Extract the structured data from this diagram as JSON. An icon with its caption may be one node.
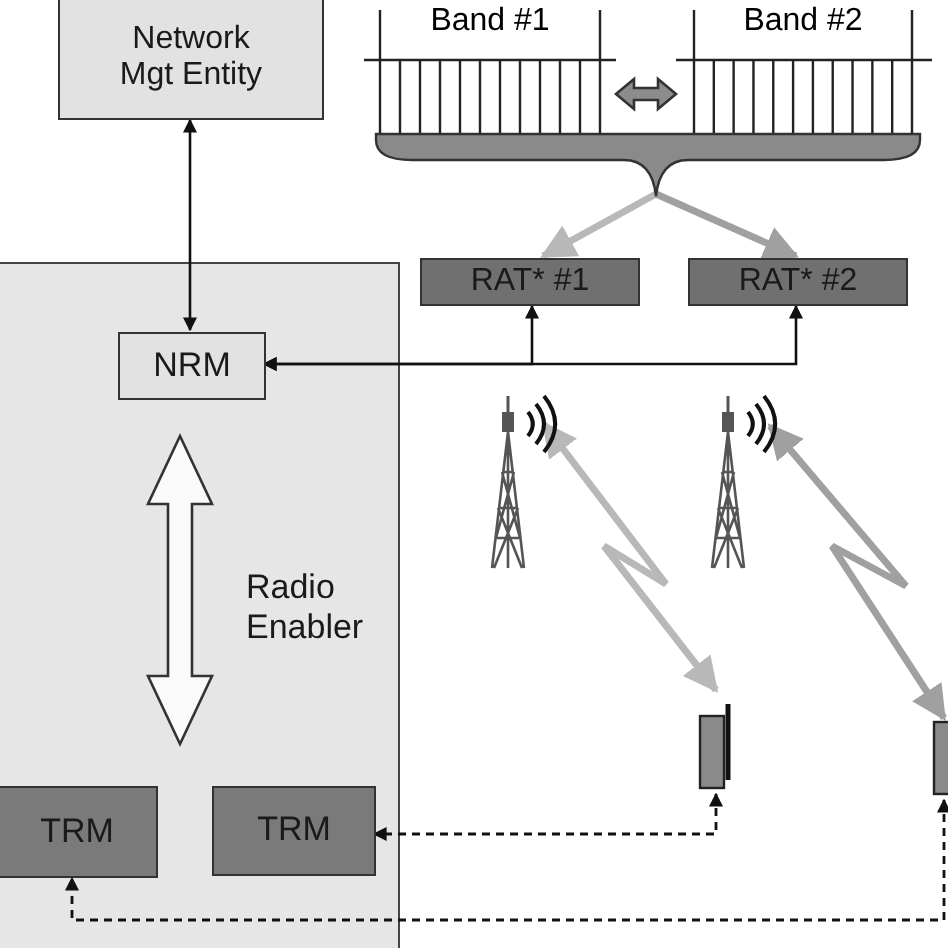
{
  "diagram": {
    "nodes": [
      {
        "text": [
          "Network Mgt Entity"
        ]
      },
      {
        "text": [
          "Radio Enabler"
        ]
      },
      {
        "text": [
          "NRM"
        ],
        "in": 1
      },
      {
        "text": [
          "TRM"
        ],
        "in": 1
      },
      {
        "text": [
          "TRM"
        ],
        "in": 1
      },
      {
        "text": [
          "Band #1"
        ]
      },
      {
        "text": [
          "Band #2"
        ]
      },
      {
        "text": [],
        "shape": "brace"
      },
      {
        "text": [
          "RAT* #1"
        ]
      },
      {
        "text": [
          "RAT* #2"
        ]
      },
      {
        "text": [],
        "shape": "tower"
      },
      {
        "text": [],
        "shape": "tower"
      },
      {
        "text": [],
        "shape": "phone"
      },
      {
        "text": [],
        "shape": "phone"
      }
    ],
    "edges": [
      {
        "from": 0,
        "to": 2,
        "arrow": "both"
      },
      {
        "from": 5,
        "to": 6,
        "arrow": "both",
        "style": "thick",
        "color": "#8c8c8c"
      },
      {
        "from": 7,
        "to": 8,
        "arrow": "to",
        "style": "thick",
        "color": "#b8b8b8"
      },
      {
        "from": 7,
        "to": 9,
        "arrow": "to",
        "style": "thick",
        "color": "#a0a0a0"
      },
      {
        "from": 8,
        "to": 2,
        "arrow": "both"
      },
      {
        "from": 9,
        "to": 2,
        "arrow": "both"
      },
      {
        "from": 10,
        "to": 12,
        "arrow": "both",
        "style": "thick",
        "color": "#b8b8b8"
      },
      {
        "from": 11,
        "to": 13,
        "arrow": "both",
        "style": "thick",
        "color": "#a0a0a0"
      },
      {
        "from": 12,
        "to": 4,
        "arrow": "both",
        "style": "dashed"
      },
      {
        "from": 13,
        "to": 3,
        "arrow": "both",
        "style": "dashed"
      },
      {
        "from": 2,
        "to": null,
        "arrow": "both",
        "style": "thick",
        "color": "#fafafa"
      }
    ]
  }
}
